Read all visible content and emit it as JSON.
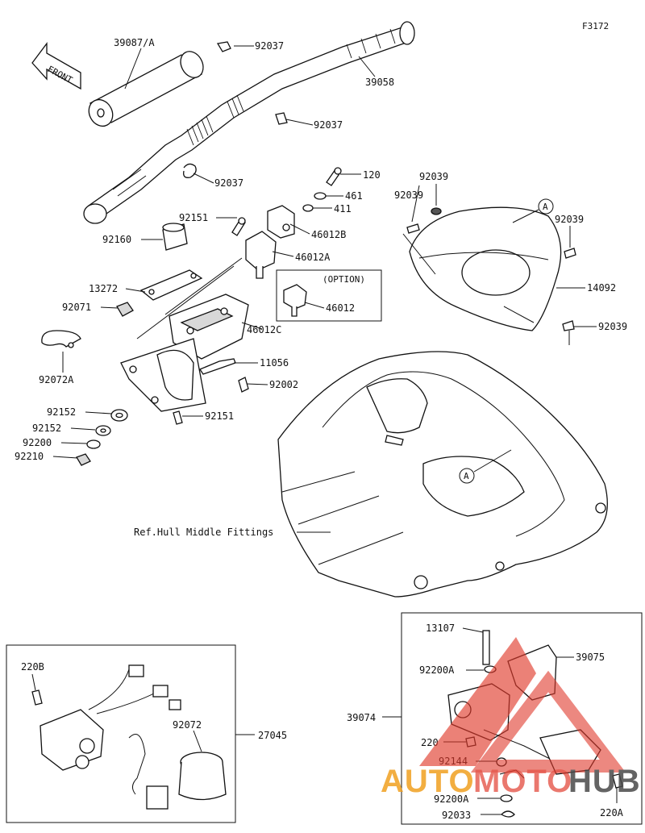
{
  "figure_code": "F3172",
  "front_label": "FRONT",
  "option_label": "(OPTION)",
  "ref_label": "Ref.Hull Middle Fittings",
  "callout_letter": "A",
  "parts": [
    {
      "id": "p39087A",
      "num": "39087/A"
    },
    {
      "id": "p92037a",
      "num": "92037"
    },
    {
      "id": "p39058",
      "num": "39058"
    },
    {
      "id": "p92037b",
      "num": "92037"
    },
    {
      "id": "p92037c",
      "num": "92037"
    },
    {
      "id": "p120",
      "num": "120"
    },
    {
      "id": "p461",
      "num": "461"
    },
    {
      "id": "p411",
      "num": "411"
    },
    {
      "id": "p46012B",
      "num": "46012B"
    },
    {
      "id": "p92151a",
      "num": "92151"
    },
    {
      "id": "p92160",
      "num": "92160"
    },
    {
      "id": "p46012A",
      "num": "46012A"
    },
    {
      "id": "p13272",
      "num": "13272"
    },
    {
      "id": "p92071",
      "num": "92071"
    },
    {
      "id": "p46012",
      "num": "46012"
    },
    {
      "id": "p46012C",
      "num": "46012C"
    },
    {
      "id": "p11056",
      "num": "11056"
    },
    {
      "id": "p92072A",
      "num": "92072A"
    },
    {
      "id": "p92002",
      "num": "92002"
    },
    {
      "id": "p92152a",
      "num": "92152"
    },
    {
      "id": "p92151b",
      "num": "92151"
    },
    {
      "id": "p92152b",
      "num": "92152"
    },
    {
      "id": "p92200",
      "num": "92200"
    },
    {
      "id": "p92210",
      "num": "92210"
    },
    {
      "id": "p92039a",
      "num": "92039"
    },
    {
      "id": "p92039b",
      "num": "92039"
    },
    {
      "id": "p92039c",
      "num": "92039"
    },
    {
      "id": "p14092",
      "num": "14092"
    },
    {
      "id": "p92039d",
      "num": "92039"
    },
    {
      "id": "p220B",
      "num": "220B"
    },
    {
      "id": "p92072",
      "num": "92072"
    },
    {
      "id": "p27045",
      "num": "27045"
    },
    {
      "id": "p13107",
      "num": "13107"
    },
    {
      "id": "p39075",
      "num": "39075"
    },
    {
      "id": "p92200A1",
      "num": "92200A"
    },
    {
      "id": "p39074",
      "num": "39074"
    },
    {
      "id": "p220",
      "num": "220"
    },
    {
      "id": "p92144",
      "num": "92144"
    },
    {
      "id": "p92200A2",
      "num": "92200A"
    },
    {
      "id": "p92033",
      "num": "92033"
    },
    {
      "id": "p220A",
      "num": "220A"
    }
  ],
  "watermark": {
    "part1": "AUTO",
    "part2": "MOTO",
    "part3": "HUB",
    "color_red": "#e0392b",
    "color_orange": "#f0a020",
    "color_grey": "#4a4a4a"
  }
}
